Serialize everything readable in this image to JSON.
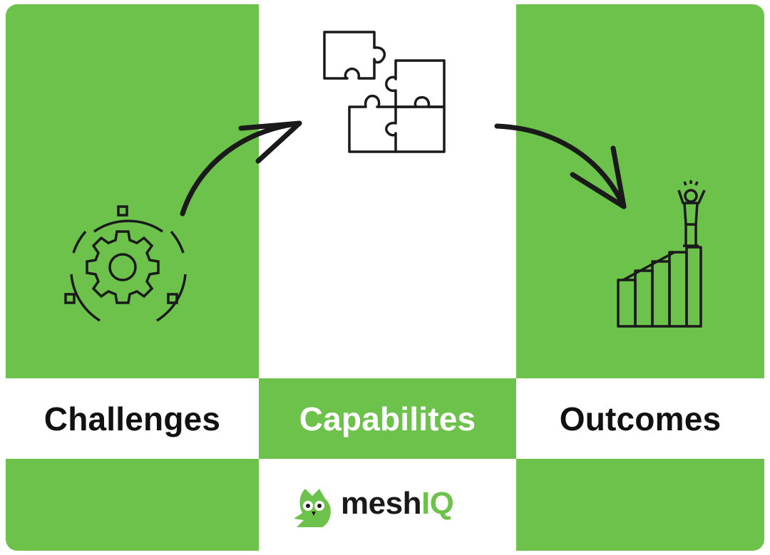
{
  "columns": [
    {
      "label": "Challenges",
      "icon": "gear-cycle-icon"
    },
    {
      "label": "Capabilites",
      "icon": "puzzle-pieces-icon"
    },
    {
      "label": "Outcomes",
      "icon": "growth-chart-person-icon"
    }
  ],
  "brand": {
    "name_prefix": "mesh",
    "name_suffix": "IQ",
    "mark": "owl-logo-icon"
  },
  "colors": {
    "green": "#6cc24a",
    "white": "#ffffff",
    "ink": "#1a1a1a"
  }
}
